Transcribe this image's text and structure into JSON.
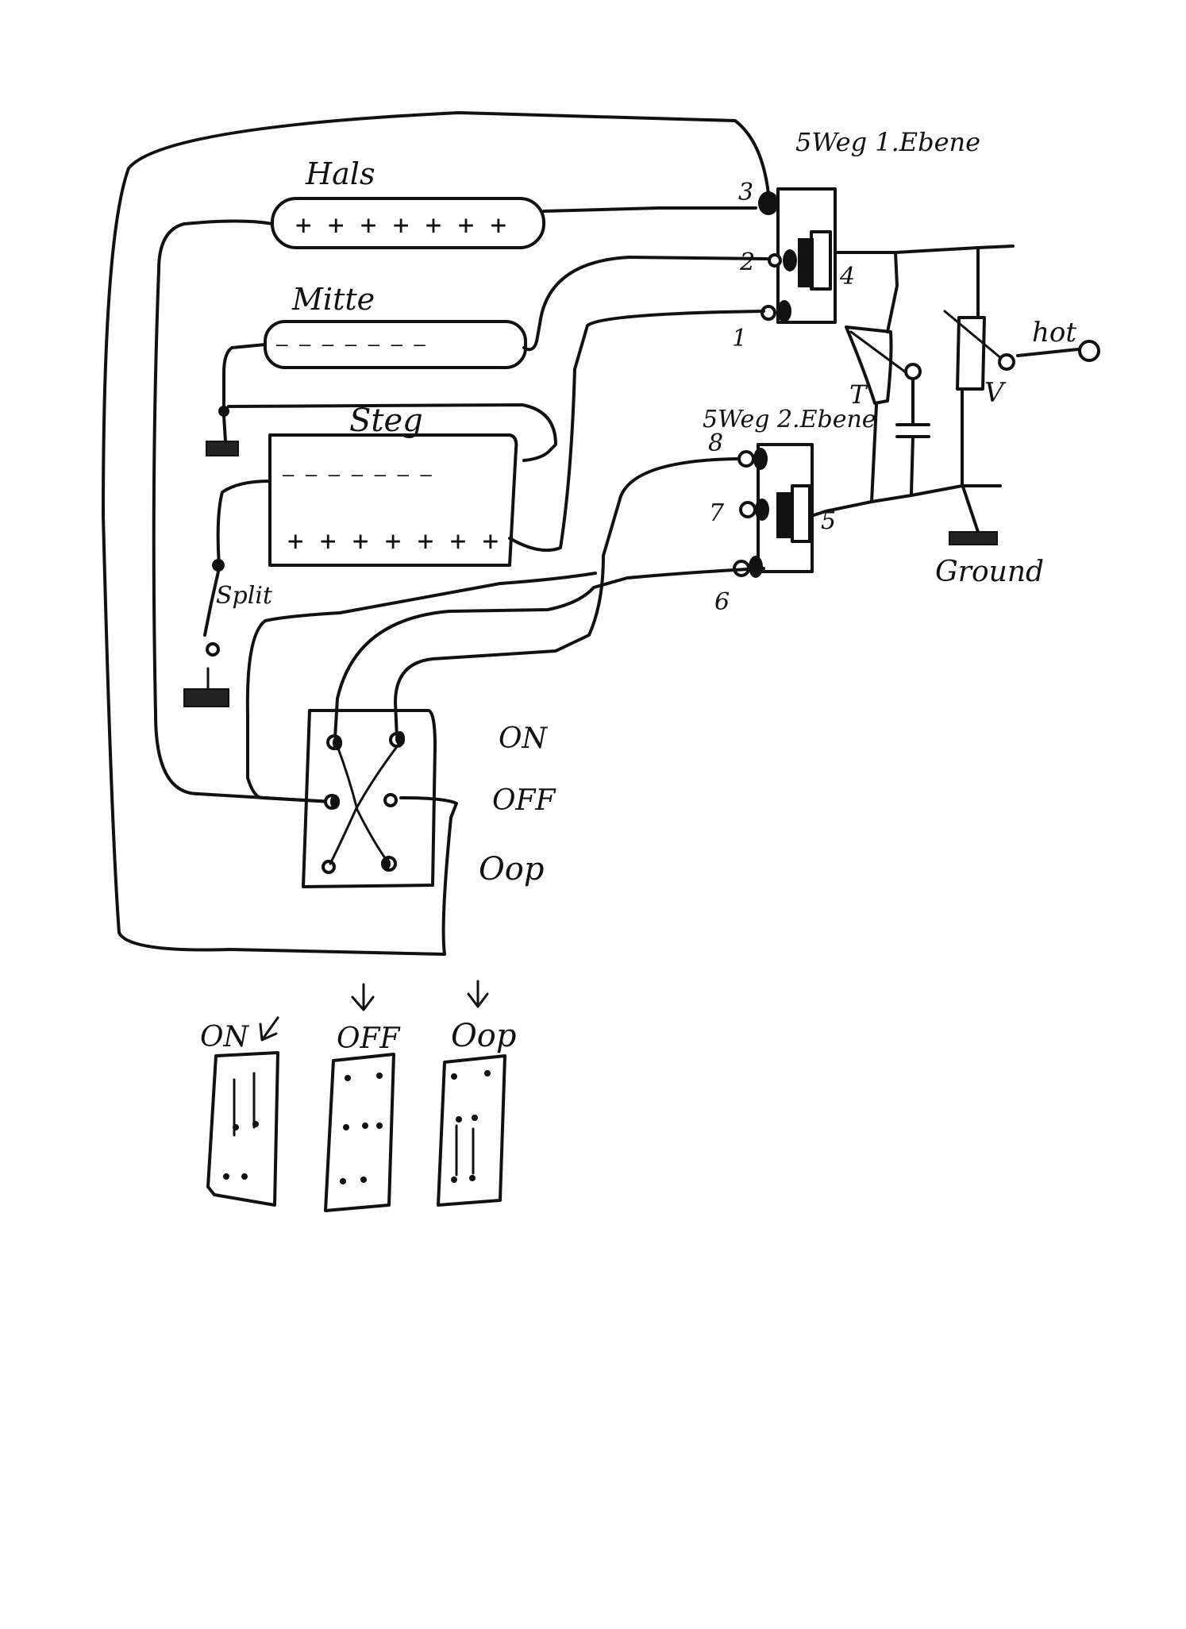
{
  "pickups": {
    "neck_label": "Hals",
    "middle_label": "Mitte",
    "bridge_label": "Steg",
    "neck_poles": "+ + + + + + +",
    "middle_poles": "— — — — — — —",
    "bridge_top_poles": "— — — — — — —",
    "bridge_bottom_poles": "+ + + + + + +"
  },
  "selector": {
    "level1_label": "5Weg 1.Ebene",
    "level2_label": "5Weg 2.Ebene",
    "lugs": [
      "3",
      "2",
      "1",
      "4",
      "8",
      "7",
      "6",
      "5"
    ]
  },
  "controls": {
    "tone_label": "T",
    "volume_label": "V",
    "hot_label": "hot",
    "ground_label": "Ground",
    "split_label": "Split"
  },
  "switch": {
    "positions": [
      "ON",
      "OFF",
      "Oop"
    ]
  },
  "legend": {
    "states": [
      "ON",
      "OFF",
      "Oop"
    ]
  }
}
